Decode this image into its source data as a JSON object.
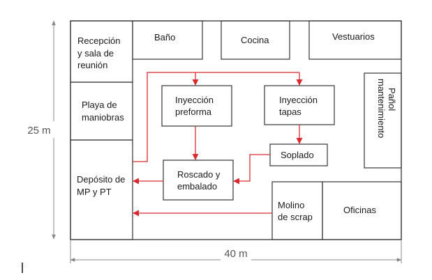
{
  "title": "",
  "dimensions": {
    "height_label": "25 m",
    "width_label": "40 m"
  },
  "rooms": {
    "recepcion": [
      "Recepción",
      "y sala de",
      "reunión"
    ],
    "bano": [
      "Baño"
    ],
    "cocina": [
      "Cocina"
    ],
    "vestuarios": [
      "Vestuarios"
    ],
    "playa": [
      "Playa de",
      "maniobras"
    ],
    "deposito": [
      "Depósito de",
      "MP y PT"
    ],
    "inyeccion_preforma": [
      "Inyección",
      "preforma"
    ],
    "inyeccion_tapas": [
      "Inyección",
      "tapas"
    ],
    "soplado": [
      "Soplado"
    ],
    "roscado": [
      "Roscado y",
      "embalado"
    ],
    "panol": [
      "Pañol",
      "mantenimiento"
    ],
    "molino": [
      "Molino",
      "de scrap"
    ],
    "oficinas": [
      "Oficinas"
    ]
  },
  "colors": {
    "flow_arrow": "#d9292f",
    "walls": "#333333",
    "dimension_lines": "#888888"
  }
}
